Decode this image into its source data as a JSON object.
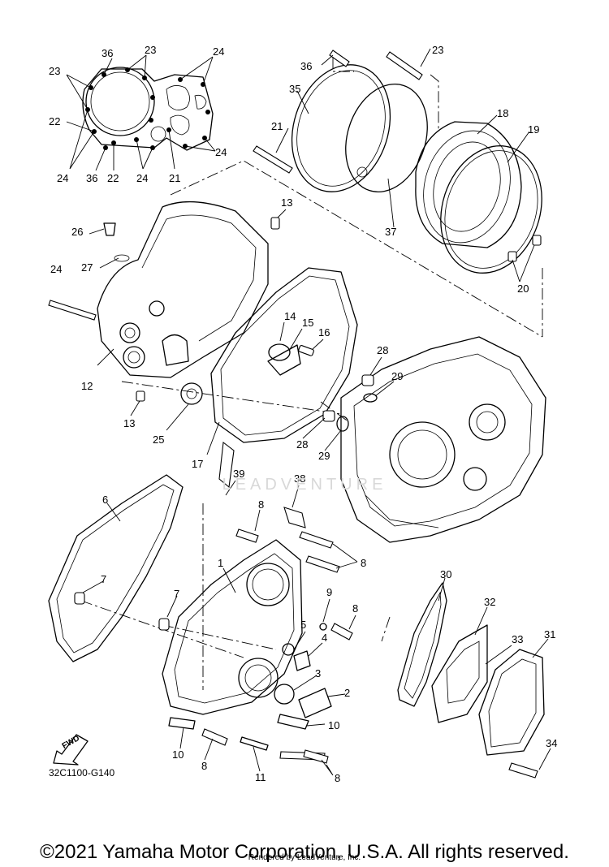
{
  "figure_code": "32C1100-G140",
  "copyright": "©2021 Yamaha Motor Corporation, U.S.A. All rights reserved.",
  "render_credit": "Rendered by LeadVenture, Inc.",
  "watermark": "LEADVENTURE",
  "fwd_label": "FWD",
  "callouts": [
    {
      "id": "c36a",
      "label": "36"
    },
    {
      "id": "c23a",
      "label": "23"
    },
    {
      "id": "c24a",
      "label": "24"
    },
    {
      "id": "c23b",
      "label": "23"
    },
    {
      "id": "c22a",
      "label": "22"
    },
    {
      "id": "c24b",
      "label": "24"
    },
    {
      "id": "c24c",
      "label": "24"
    },
    {
      "id": "c36b",
      "label": "36"
    },
    {
      "id": "c22b",
      "label": "22"
    },
    {
      "id": "c24d",
      "label": "24"
    },
    {
      "id": "c21a",
      "label": "21"
    },
    {
      "id": "c23c",
      "label": "23"
    },
    {
      "id": "c36c",
      "label": "36"
    },
    {
      "id": "c35",
      "label": "35"
    },
    {
      "id": "c18",
      "label": "18"
    },
    {
      "id": "c19",
      "label": "19"
    },
    {
      "id": "c21b",
      "label": "21"
    },
    {
      "id": "c37",
      "label": "37"
    },
    {
      "id": "c20",
      "label": "20"
    },
    {
      "id": "c13a",
      "label": "13"
    },
    {
      "id": "c26",
      "label": "26"
    },
    {
      "id": "c27",
      "label": "27"
    },
    {
      "id": "c24e",
      "label": "24"
    },
    {
      "id": "c14",
      "label": "14"
    },
    {
      "id": "c15",
      "label": "15"
    },
    {
      "id": "c16",
      "label": "16"
    },
    {
      "id": "c28a",
      "label": "28"
    },
    {
      "id": "c29a",
      "label": "29"
    },
    {
      "id": "c12",
      "label": "12"
    },
    {
      "id": "c13b",
      "label": "13"
    },
    {
      "id": "c25",
      "label": "25"
    },
    {
      "id": "c28b",
      "label": "28"
    },
    {
      "id": "c29b",
      "label": "29"
    },
    {
      "id": "c17",
      "label": "17"
    },
    {
      "id": "c39",
      "label": "39"
    },
    {
      "id": "c38",
      "label": "38"
    },
    {
      "id": "c6",
      "label": "6"
    },
    {
      "id": "c8a",
      "label": "8"
    },
    {
      "id": "c1",
      "label": "1"
    },
    {
      "id": "c8b",
      "label": "8"
    },
    {
      "id": "c7a",
      "label": "7"
    },
    {
      "id": "c7b",
      "label": "7"
    },
    {
      "id": "c9",
      "label": "9"
    },
    {
      "id": "c8c",
      "label": "8"
    },
    {
      "id": "c5",
      "label": "5"
    },
    {
      "id": "c4",
      "label": "4"
    },
    {
      "id": "c3",
      "label": "3"
    },
    {
      "id": "c2",
      "label": "2"
    },
    {
      "id": "c10a",
      "label": "10"
    },
    {
      "id": "c10b",
      "label": "10"
    },
    {
      "id": "c8d",
      "label": "8"
    },
    {
      "id": "c11",
      "label": "11"
    },
    {
      "id": "c8e",
      "label": "8"
    },
    {
      "id": "c30",
      "label": "30"
    },
    {
      "id": "c32",
      "label": "32"
    },
    {
      "id": "c33",
      "label": "33"
    },
    {
      "id": "c31",
      "label": "31"
    },
    {
      "id": "c34",
      "label": "34"
    }
  ]
}
